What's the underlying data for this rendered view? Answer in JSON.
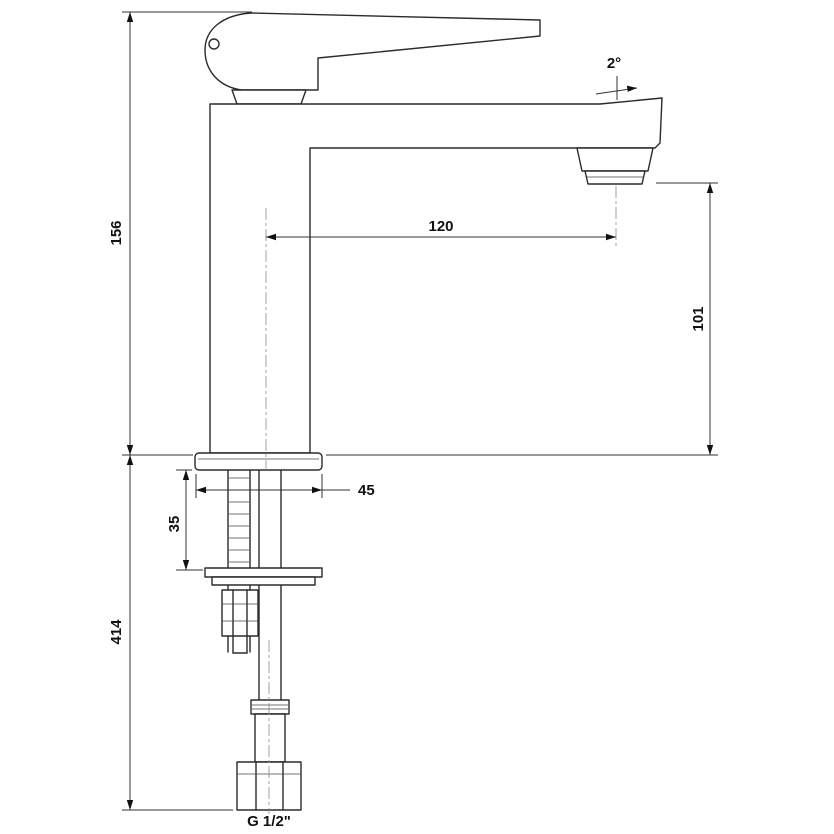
{
  "drawing": {
    "type": "technical-dimension-drawing",
    "subject": "single-lever basin mixer tap, side elevation with mounting parts",
    "dims": {
      "d156": "156",
      "d414": "414",
      "d120": "120",
      "d101": "101",
      "d45": "45",
      "d35": "35",
      "angle": "2°",
      "thread": "G 1/2\""
    },
    "colors": {
      "line": "#2b2b2b",
      "dimension": "#333333",
      "background": "#ffffff"
    }
  }
}
